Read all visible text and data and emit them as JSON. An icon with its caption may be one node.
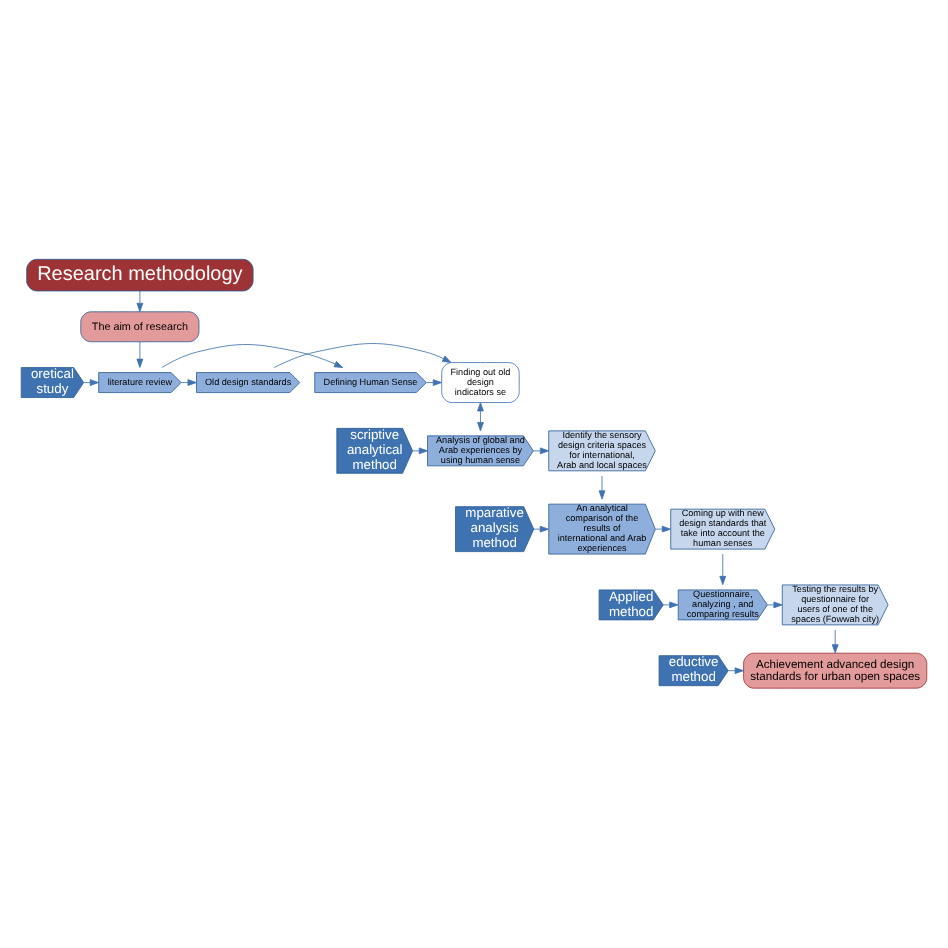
{
  "diagram": {
    "nodes": [
      {
        "text": [
          "Research methodology"
        ]
      },
      {
        "text": [
          "The aim of research"
        ]
      },
      {
        "text": [
          "oretical study"
        ]
      },
      {
        "text": [
          "literature review"
        ]
      },
      {
        "text": [
          "Defining Human Sense"
        ]
      },
      {
        "text": [
          "Old design standards"
        ]
      },
      {
        "text": [
          "Finding out old design indicators se"
        ]
      },
      {
        "text": [
          "scriptive analytical method"
        ]
      },
      {
        "text": [
          "Analysis of global and Arab experiences by using human sense"
        ]
      },
      {
        "text": [
          "Identify the sensory design criteria spaces for international, Arab and local spaces"
        ]
      },
      {
        "text": [
          "mparative analysis method"
        ]
      },
      {
        "text": [
          "An analytical comparison of the results of international and Arab experiences"
        ]
      },
      {
        "text": [
          "Coming up with new design standards that take into account the human senses"
        ]
      },
      {
        "text": [
          "Applied method"
        ]
      },
      {
        "text": [
          "Questionnaire, analyzing , and comparing results"
        ]
      },
      {
        "text": [
          "Testing the results by questionnaire for users of one of the spaces (Fowwah city)"
        ]
      },
      {
        "text": [
          "eductive method"
        ]
      },
      {
        "text": [
          "Achievement advanced design standards for urban open spaces"
        ]
      }
    ],
    "edges": [
      {
        "from": 0,
        "to": 1,
        "arrow": "to"
      },
      {
        "from": 1,
        "to": 3,
        "arrow": "to"
      },
      {
        "from": 2,
        "to": 3,
        "arrow": "to"
      },
      {
        "from": 3,
        "to": 4,
        "arrow": "to"
      },
      {
        "from": 3,
        "to": 5,
        "arrow": "to"
      },
      {
        "from": 4,
        "to": 6,
        "arrow": "to"
      },
      {
        "from": 5,
        "to": 6,
        "arrow": "to"
      },
      {
        "from": 6,
        "to": 8,
        "arrow": "both"
      },
      {
        "from": 7,
        "to": 8,
        "arrow": "to"
      },
      {
        "from": 8,
        "to": 9,
        "arrow": "to"
      },
      {
        "from": 9,
        "to": 11,
        "arrow": "to"
      },
      {
        "from": 10,
        "to": 11,
        "arrow": "to"
      },
      {
        "from": 11,
        "to": 12,
        "arrow": "to"
      },
      {
        "from": 12,
        "to": 14,
        "arrow": "to"
      },
      {
        "from": 13,
        "to": 14,
        "arrow": "to"
      },
      {
        "from": 14,
        "to": 15,
        "arrow": "to"
      },
      {
        "from": 15,
        "to": 17,
        "arrow": "to"
      },
      {
        "from": 16,
        "to": 17,
        "arrow": "to"
      }
    ]
  }
}
